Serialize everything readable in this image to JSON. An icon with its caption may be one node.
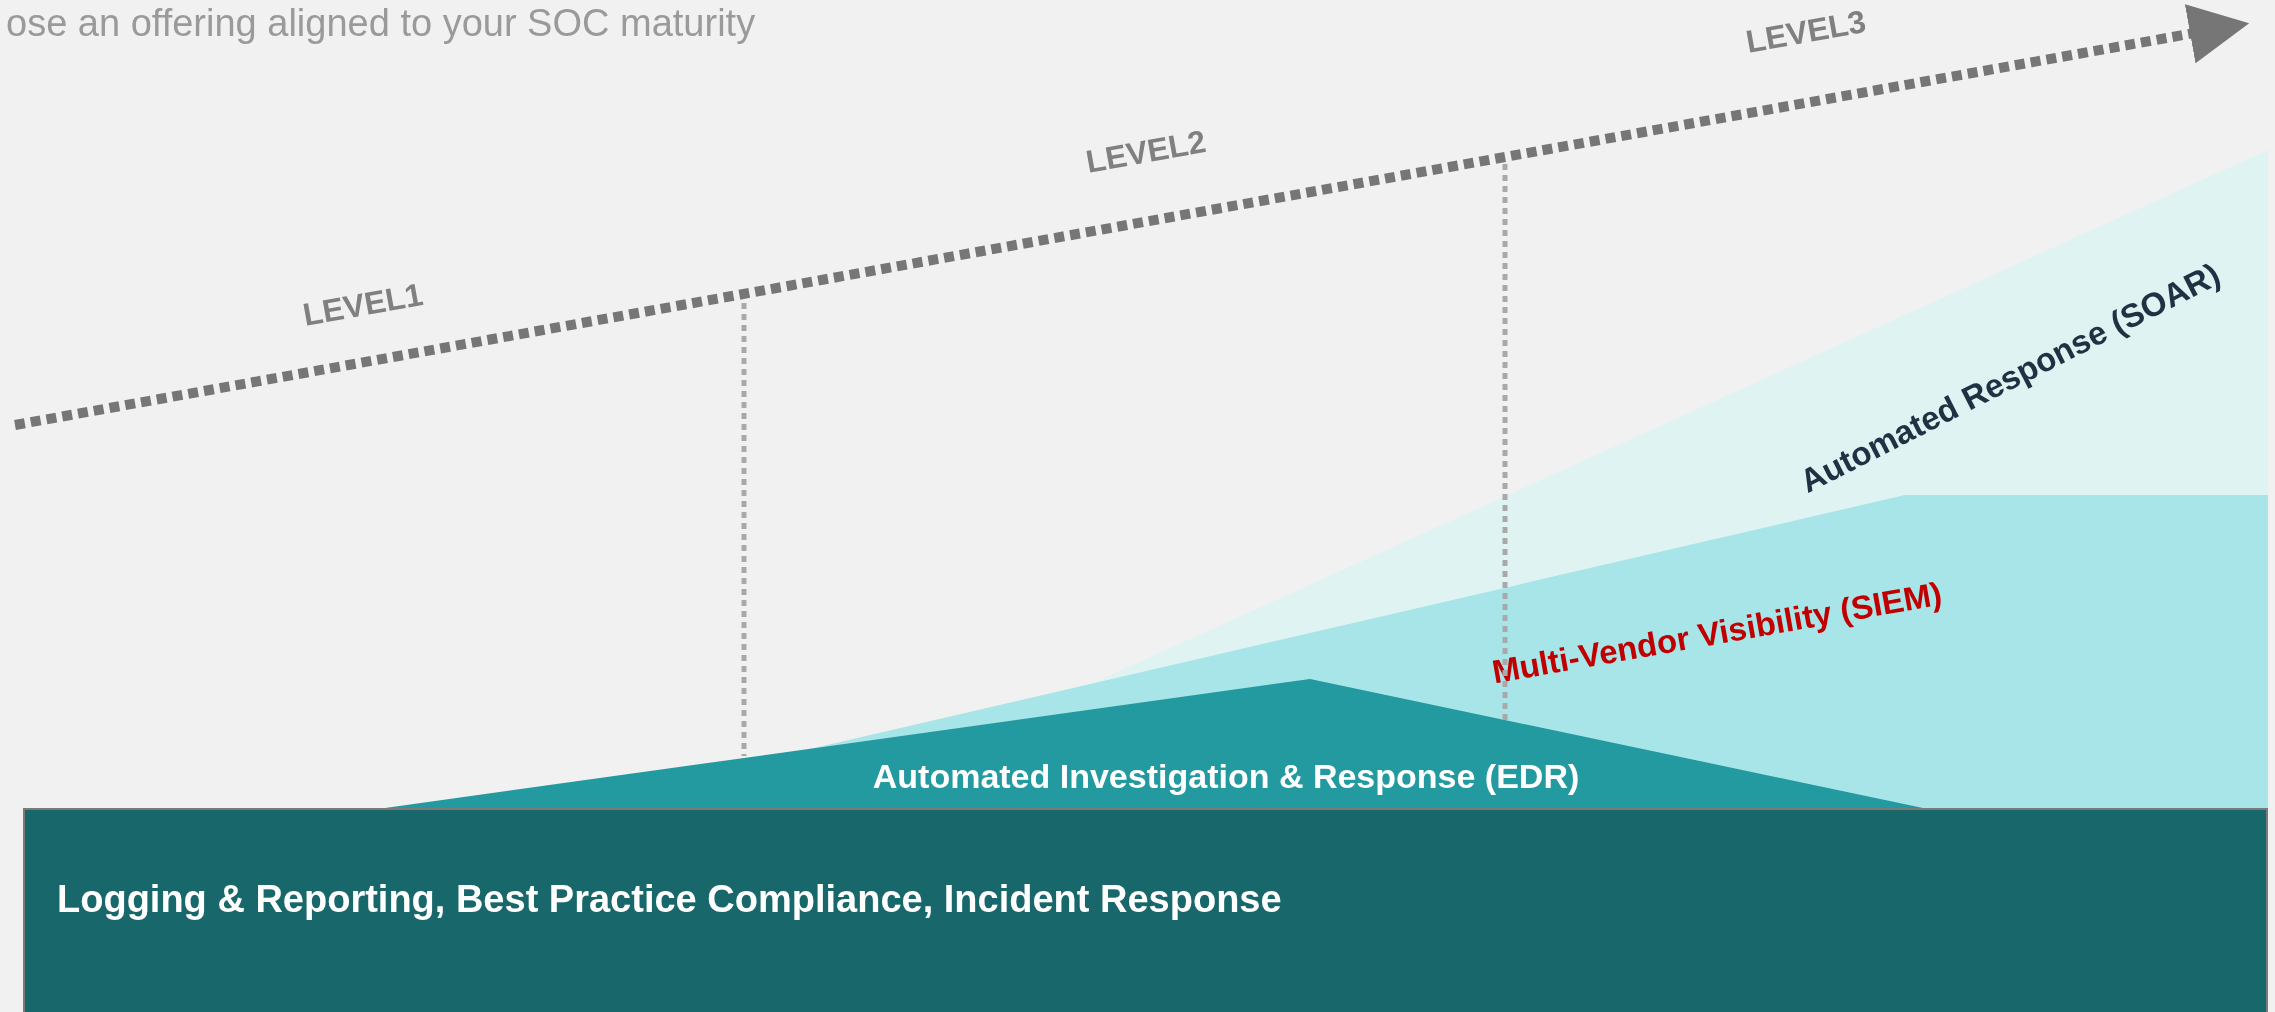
{
  "diagram": {
    "title": "ose an offering aligned to your SOC maturity",
    "nodes": [
      {
        "text": [
          "Automated Response (SOAR)"
        ]
      },
      {
        "text": [
          "Multi-Vendor Visibility (SIEM)"
        ]
      },
      {
        "text": [
          "Automated Investigation & Response (EDR)"
        ]
      },
      {
        "text": [
          "Logging & Reporting, Best Practice Compliance, Incident Response"
        ]
      }
    ],
    "labels": [
      "LEVEL1",
      "LEVEL2",
      "LEVEL3"
    ]
  }
}
